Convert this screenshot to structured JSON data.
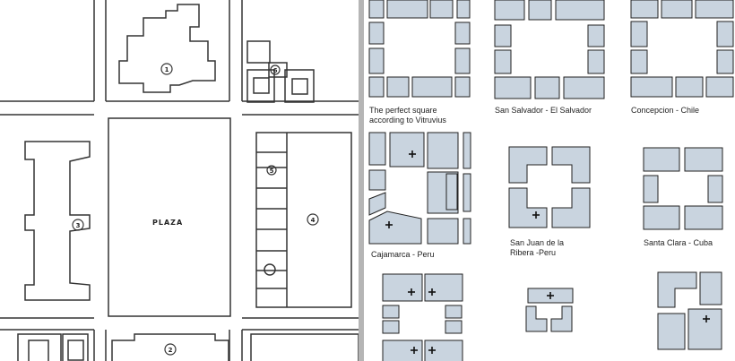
{
  "left_plan": {
    "plaza_label": "PLAZA",
    "building_numbers": [
      "1",
      "2",
      "3",
      "4",
      "5",
      "6"
    ]
  },
  "captions": {
    "vitruvius_line1": "The perfect square",
    "vitruvius_line2": "according to Vitruvius",
    "san_salvador": "San Salvador - El Salvador",
    "concepcion": "Concepcion - Chile",
    "cajamarca": "Cajamarca - Peru",
    "san_juan_line1": "San Juan de la",
    "san_juan_line2": "Ribera -Peru",
    "santa_clara": "Santa Clara - Cuba"
  },
  "colors": {
    "block_fill": "#c9d4df",
    "stroke": "#222222",
    "divider": "#b5b5b5"
  }
}
